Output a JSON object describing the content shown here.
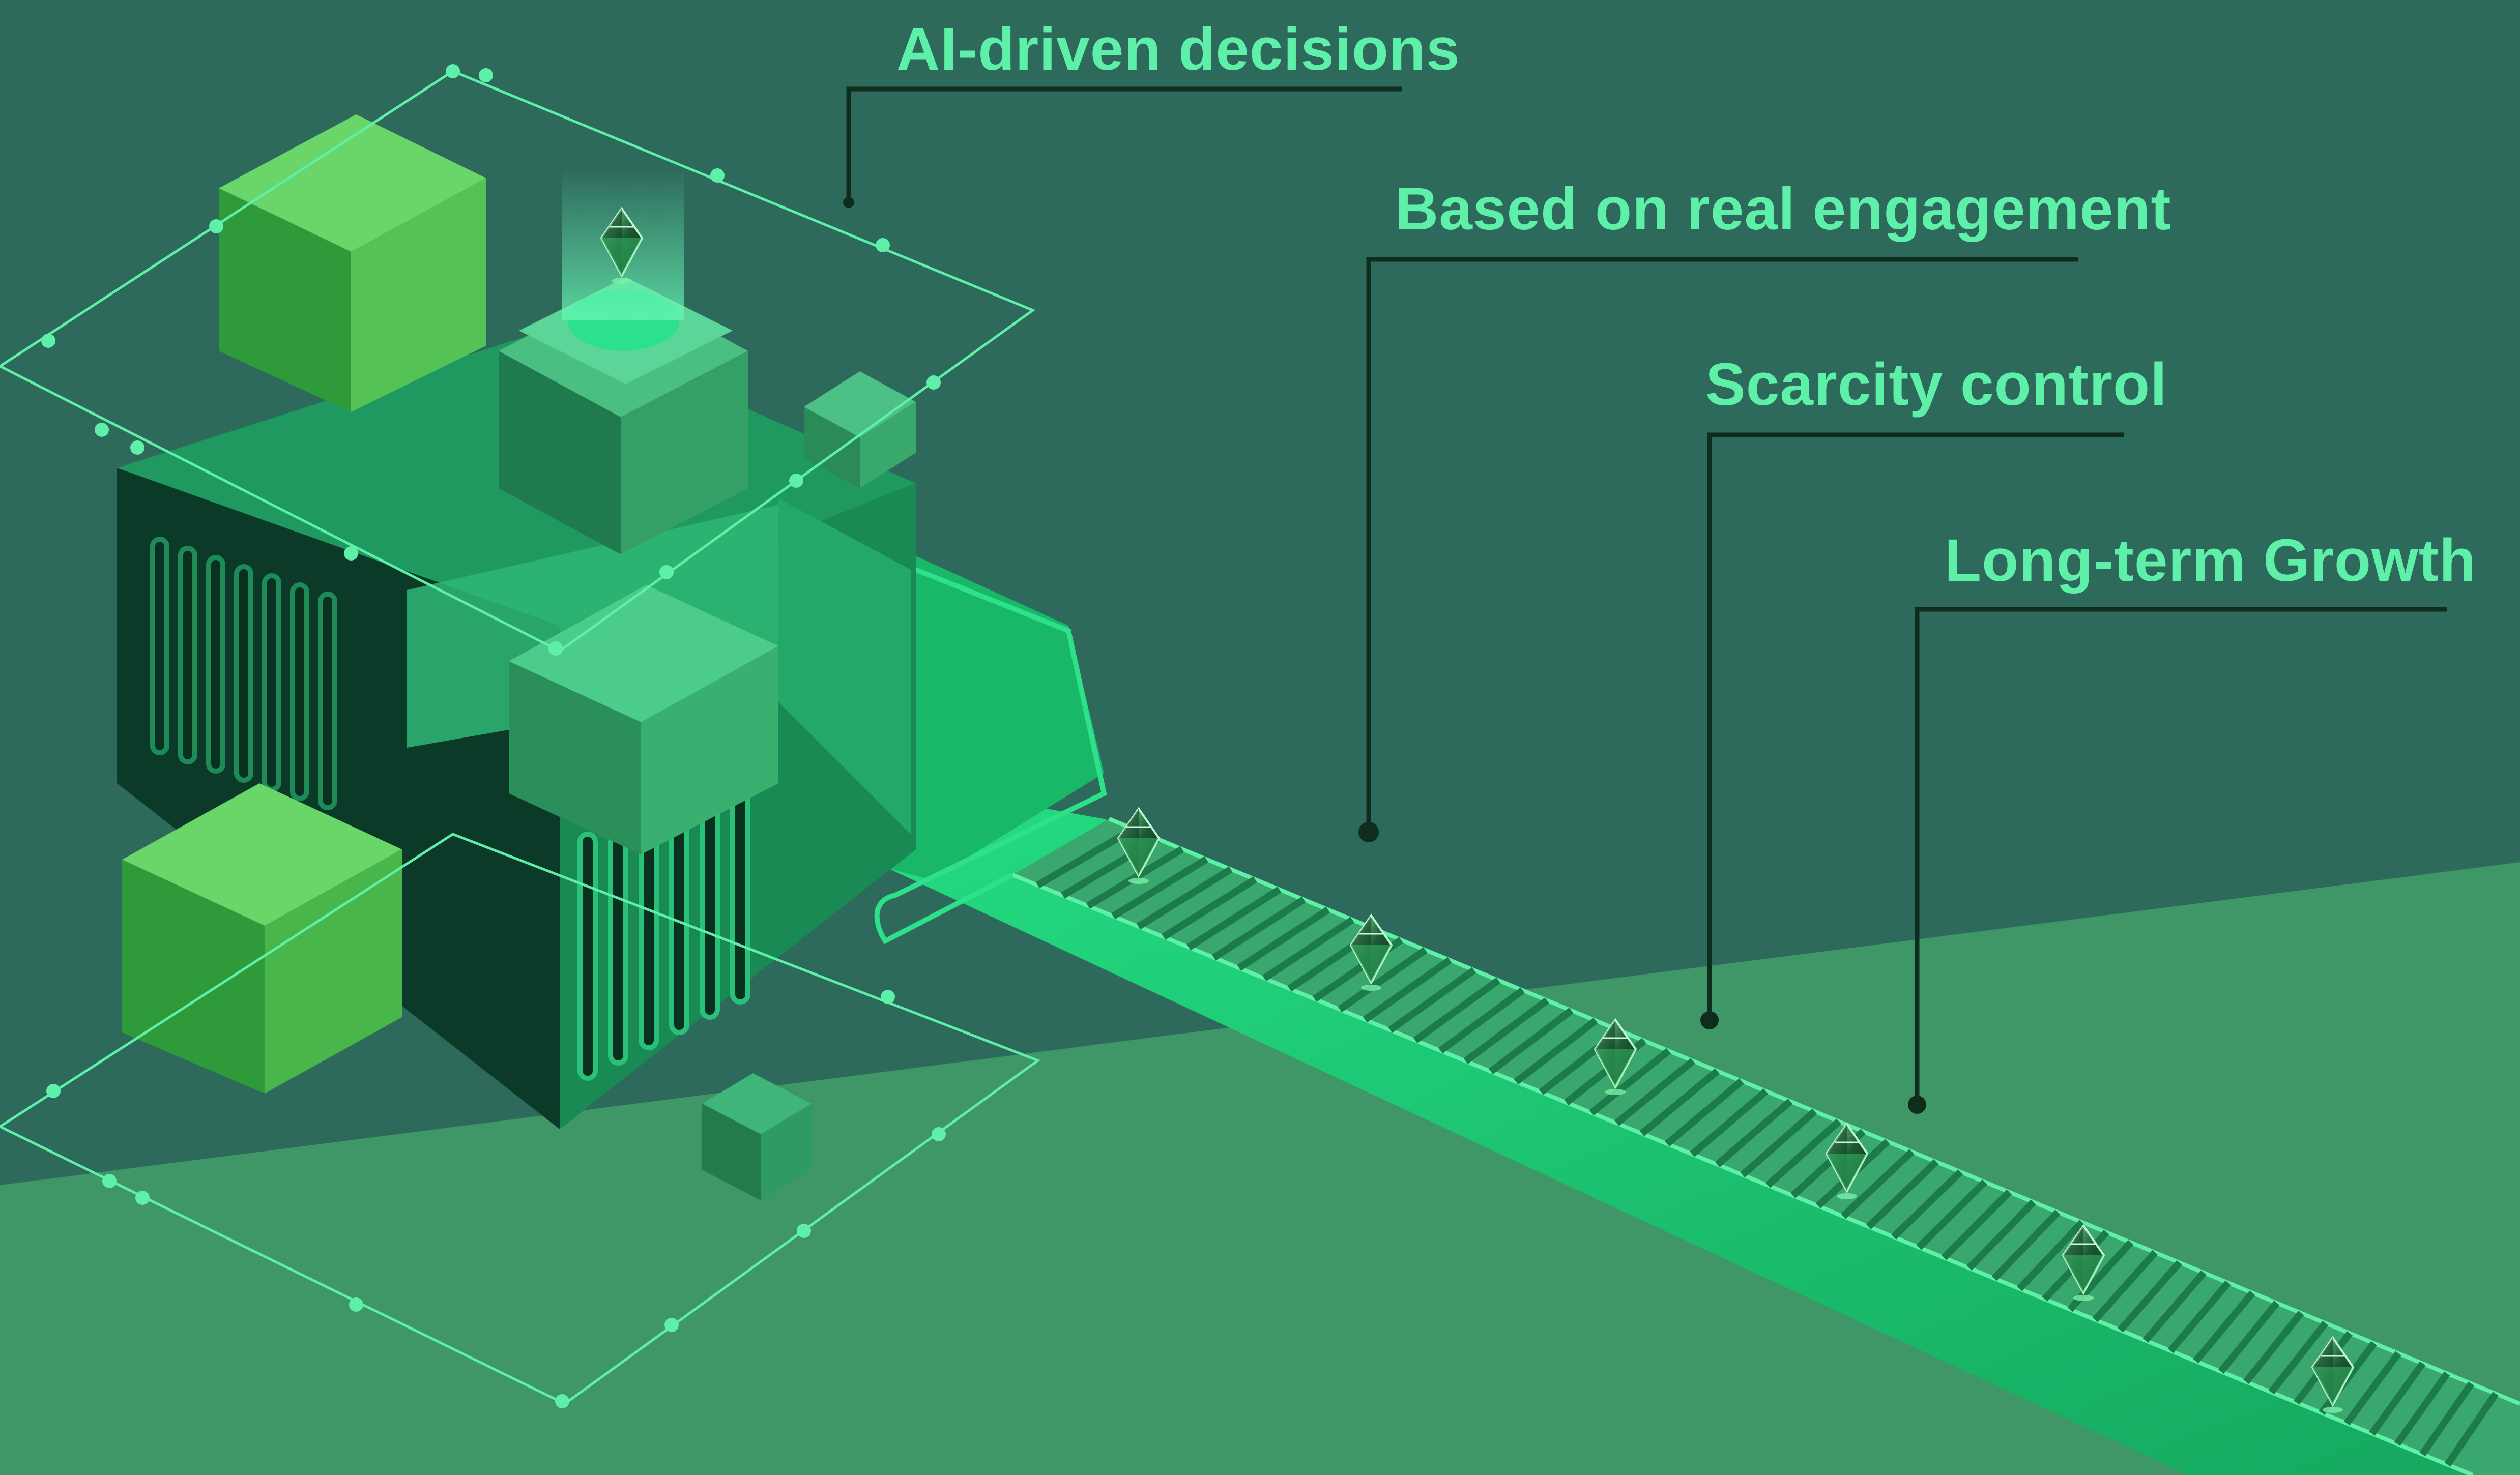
{
  "callouts": [
    {
      "label": "AI-driven decisions"
    },
    {
      "label": "Based on real engagement"
    },
    {
      "label": "Scarcity control"
    },
    {
      "label": "Long-term Growth"
    }
  ],
  "palette": {
    "background_dark": "#2d6a5c",
    "floor": "#3f9666",
    "label_text": "#5ef0a8",
    "leader_line": "#0f2d1c",
    "bright_green": "#22d07a",
    "cube_light": "#66d56a",
    "machine_dark": "#0c3a28",
    "wireframe": "#5ef0a8"
  },
  "icons": {
    "item": "crystal-gem-icon",
    "machine": "factory-machine-icon"
  }
}
